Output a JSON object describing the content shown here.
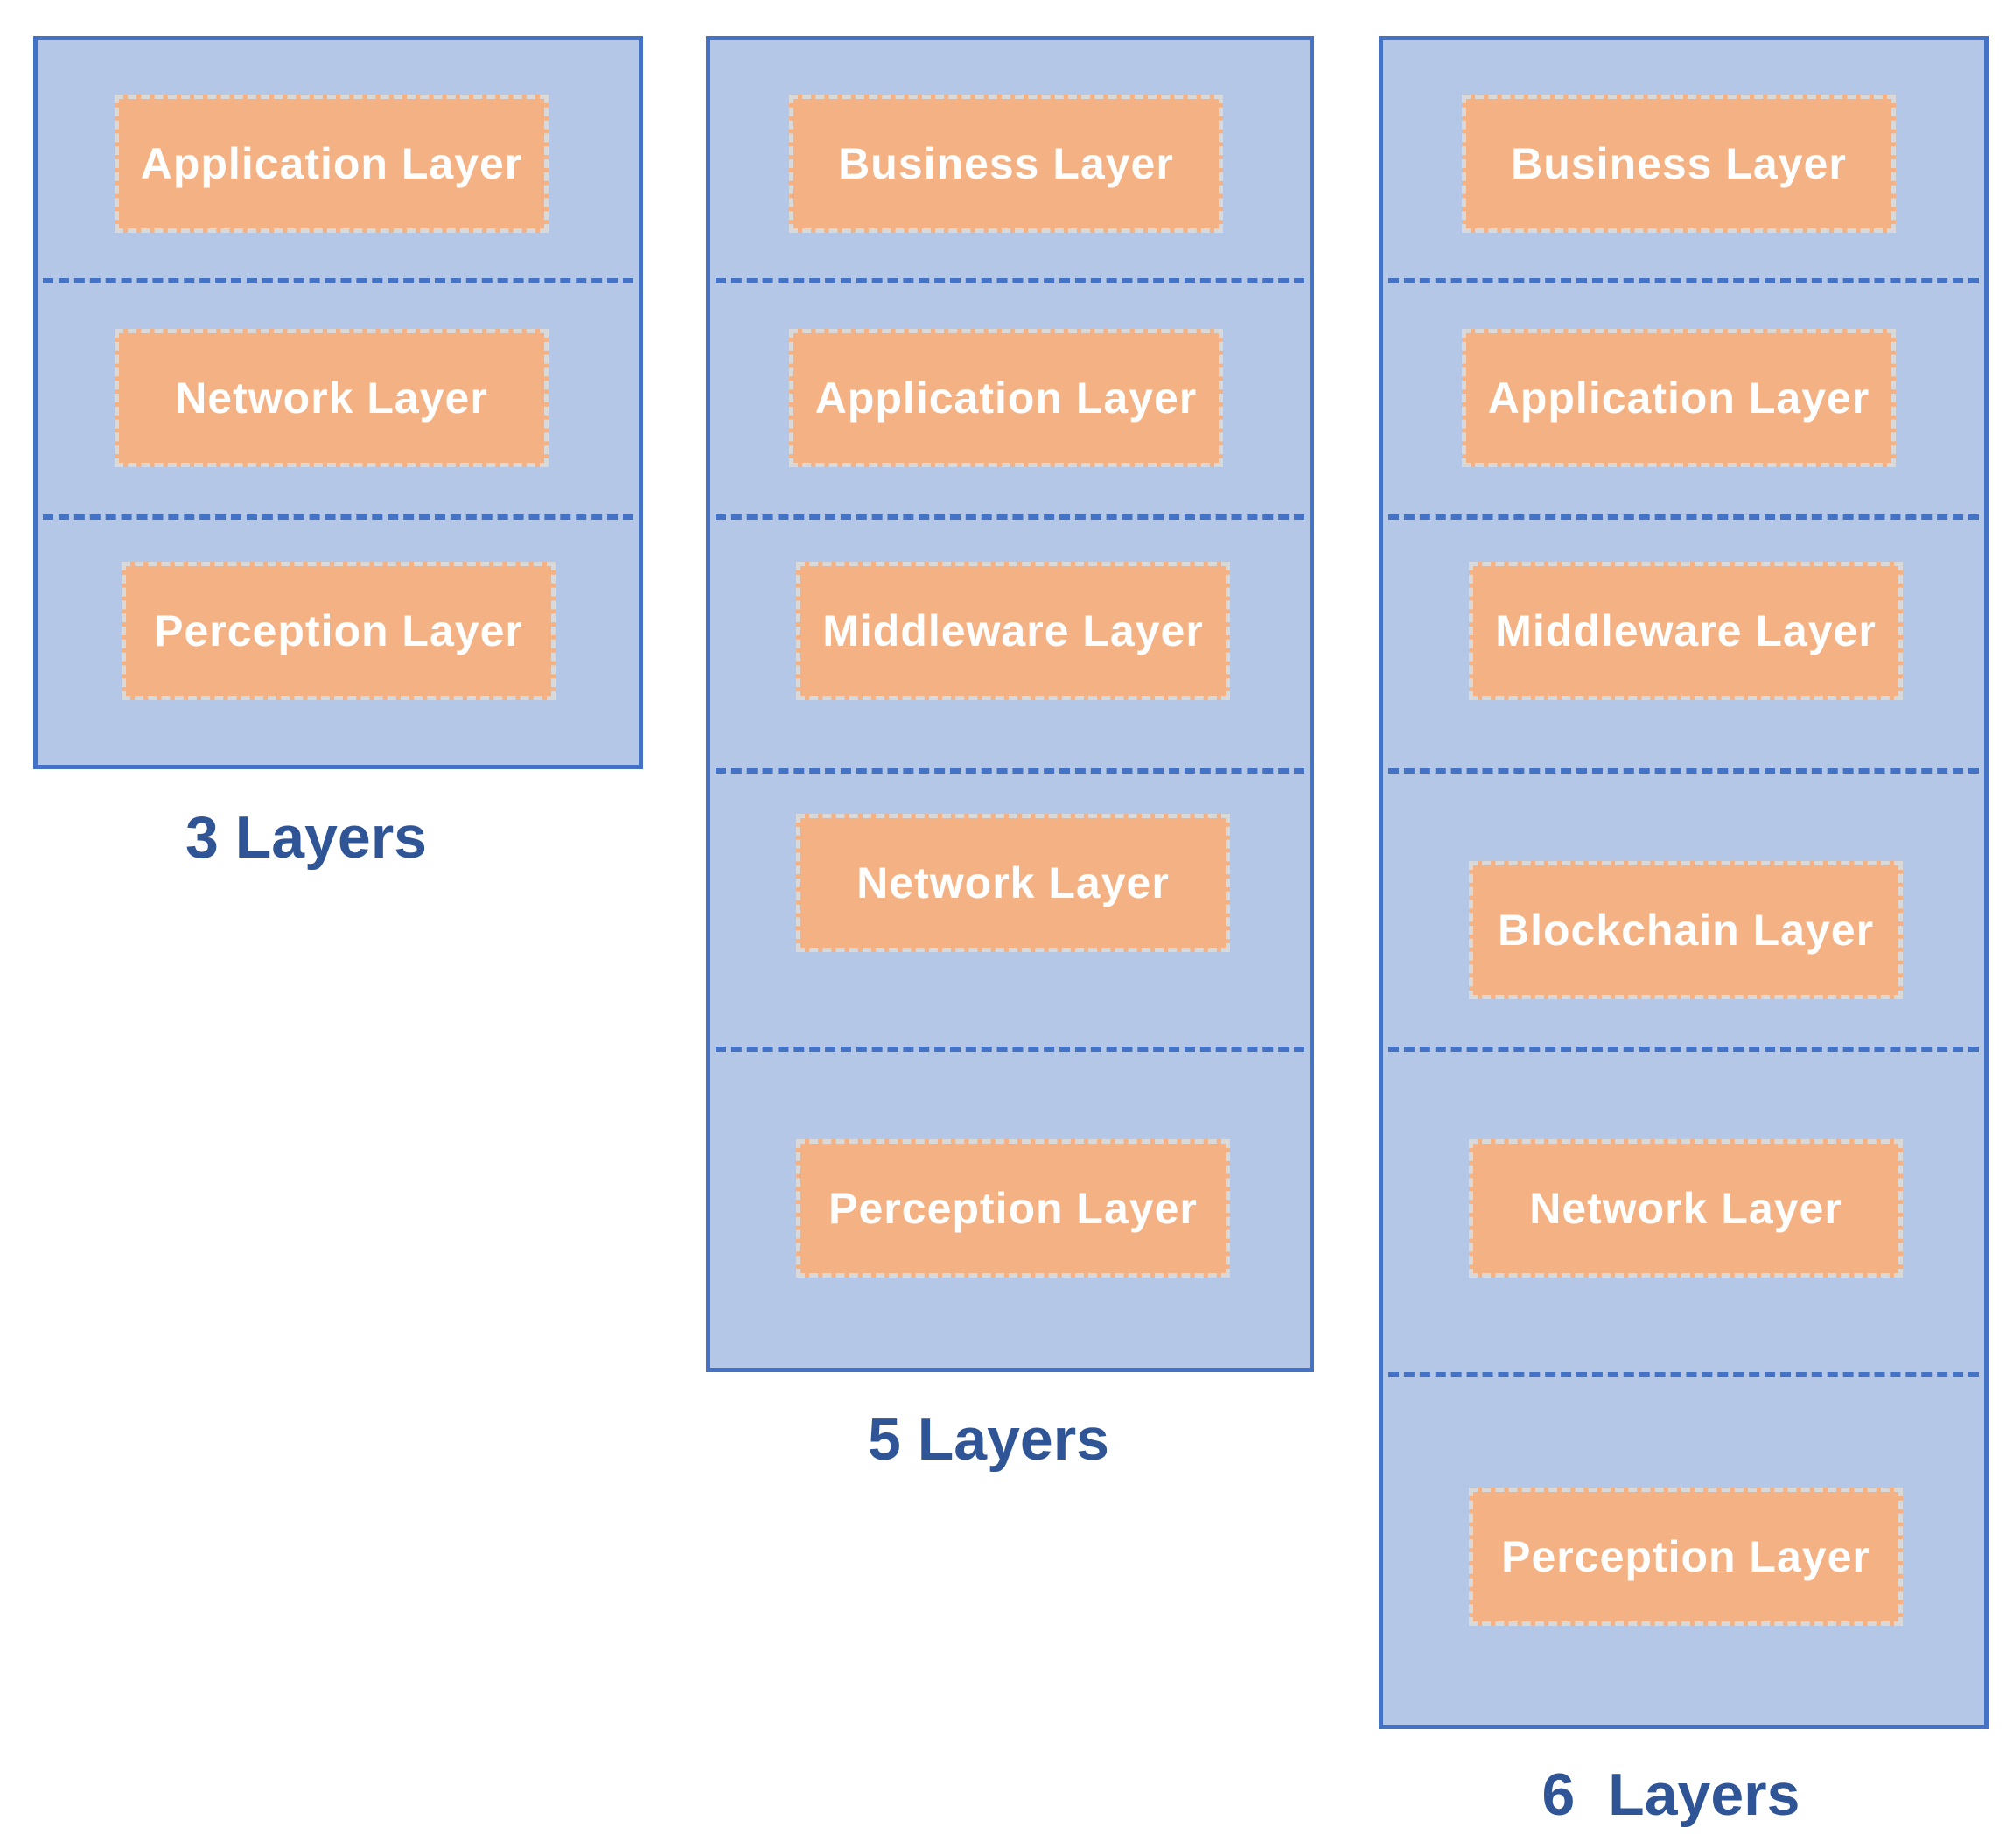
{
  "colors": {
    "stack_fill": "#b4c7e7",
    "stack_border": "#4472c4",
    "layer_fill": "#f4b183",
    "layer_border": "#d9d9d9",
    "layer_text": "#ffffff",
    "caption_text": "#2f5597"
  },
  "stacks": [
    {
      "caption": "3 Layers",
      "layers": [
        "Application Layer",
        "Network Layer",
        "Perception Layer"
      ]
    },
    {
      "caption": "5 Layers",
      "layers": [
        "Business Layer",
        "Application Layer",
        "Middleware Layer",
        "Network Layer",
        "Perception Layer"
      ]
    },
    {
      "caption": "6  Layers",
      "layers": [
        "Business Layer",
        "Application Layer",
        "Middleware Layer",
        "Blockchain Layer",
        "Network Layer",
        "Perception Layer"
      ]
    }
  ]
}
